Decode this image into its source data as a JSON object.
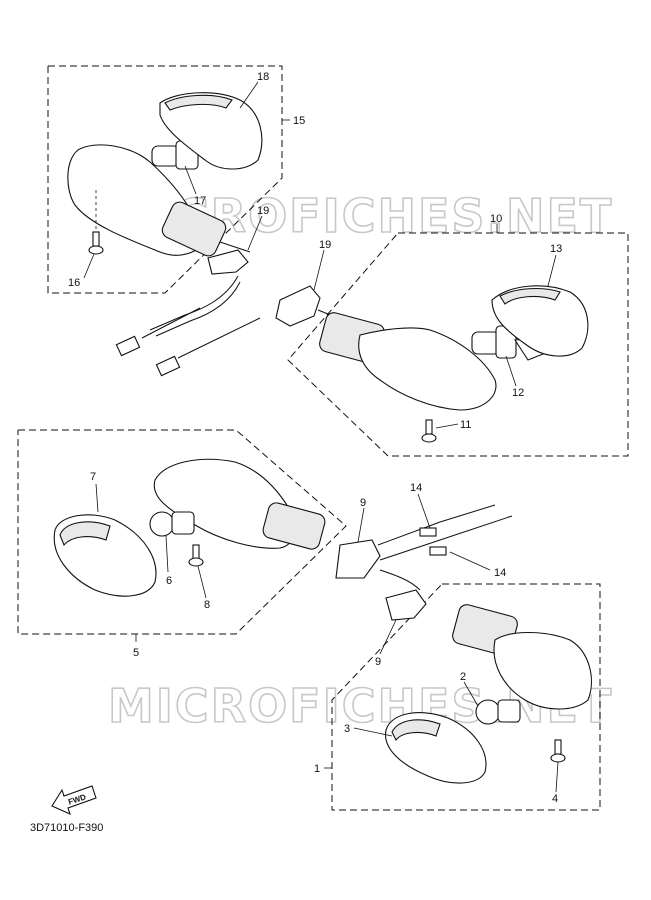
{
  "diagram": {
    "code": "3D71010-F390",
    "watermark": "MICROFICHES.NET",
    "fwd_label": "FWD",
    "callouts": {
      "c1": "1",
      "c2": "2",
      "c3": "3",
      "c4": "4",
      "c5": "5",
      "c6": "6",
      "c7": "7",
      "c8": "8",
      "c9a": "9",
      "c9b": "9",
      "c10": "10",
      "c11": "11",
      "c12": "12",
      "c13": "13",
      "c14a": "14",
      "c14b": "14",
      "c15": "15",
      "c16": "16",
      "c17": "17",
      "c18": "18",
      "c19a": "19",
      "c19b": "19"
    }
  }
}
